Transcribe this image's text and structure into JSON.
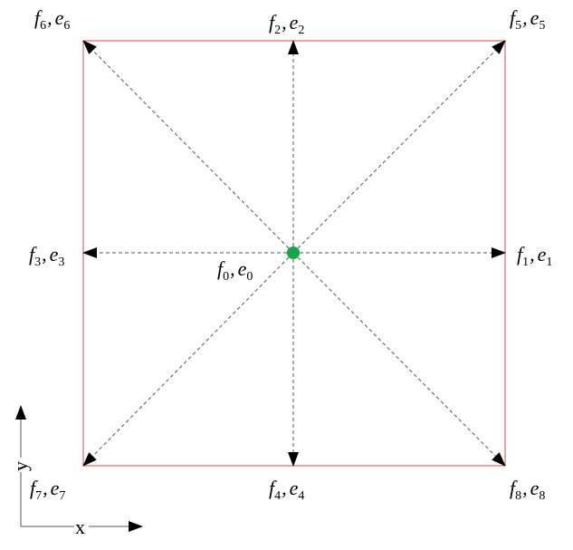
{
  "diagram": {
    "center_color": "#12a84a",
    "boundary_color": "#d9464f",
    "labels": [
      {
        "f": "f",
        "i": "0",
        "sep": ",",
        "e": "e"
      },
      {
        "f": "f",
        "i": "1",
        "sep": ",",
        "e": "e"
      },
      {
        "f": "f",
        "i": "2",
        "sep": ",",
        "e": "e"
      },
      {
        "f": "f",
        "i": "3",
        "sep": ",",
        "e": "e"
      },
      {
        "f": "f",
        "i": "4",
        "sep": ",",
        "e": "e"
      },
      {
        "f": "f",
        "i": "5",
        "sep": ",",
        "e": "e"
      },
      {
        "f": "f",
        "i": "6",
        "sep": ",",
        "e": "e"
      },
      {
        "f": "f",
        "i": "7",
        "sep": ",",
        "e": "e"
      },
      {
        "f": "f",
        "i": "8",
        "sep": ",",
        "e": "e"
      }
    ],
    "axes": {
      "x": "x",
      "y": "y"
    }
  }
}
